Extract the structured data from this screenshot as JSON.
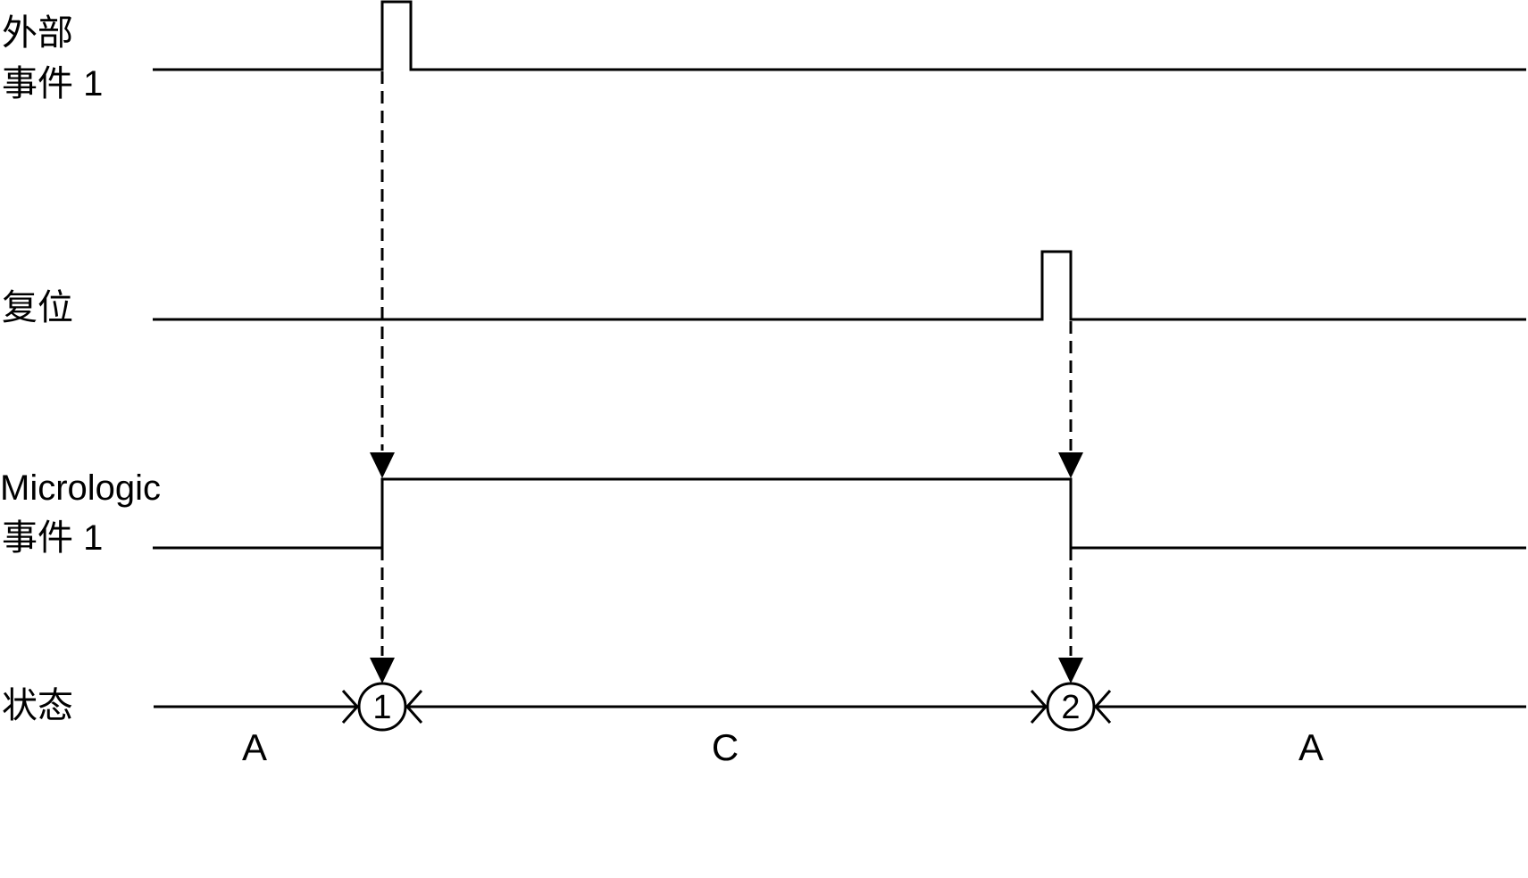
{
  "signals": {
    "external_event": {
      "line1": "外部",
      "line2": "事件 1"
    },
    "reset": {
      "label": "复位"
    },
    "micrologic_event": {
      "line1": "Micrologic",
      "line2": "事件 1"
    },
    "status": {
      "label": "状态"
    }
  },
  "states": [
    "A",
    "C",
    "A"
  ],
  "markers": [
    "1",
    "2"
  ],
  "colors": {
    "line": "#000000",
    "background": "#ffffff"
  }
}
